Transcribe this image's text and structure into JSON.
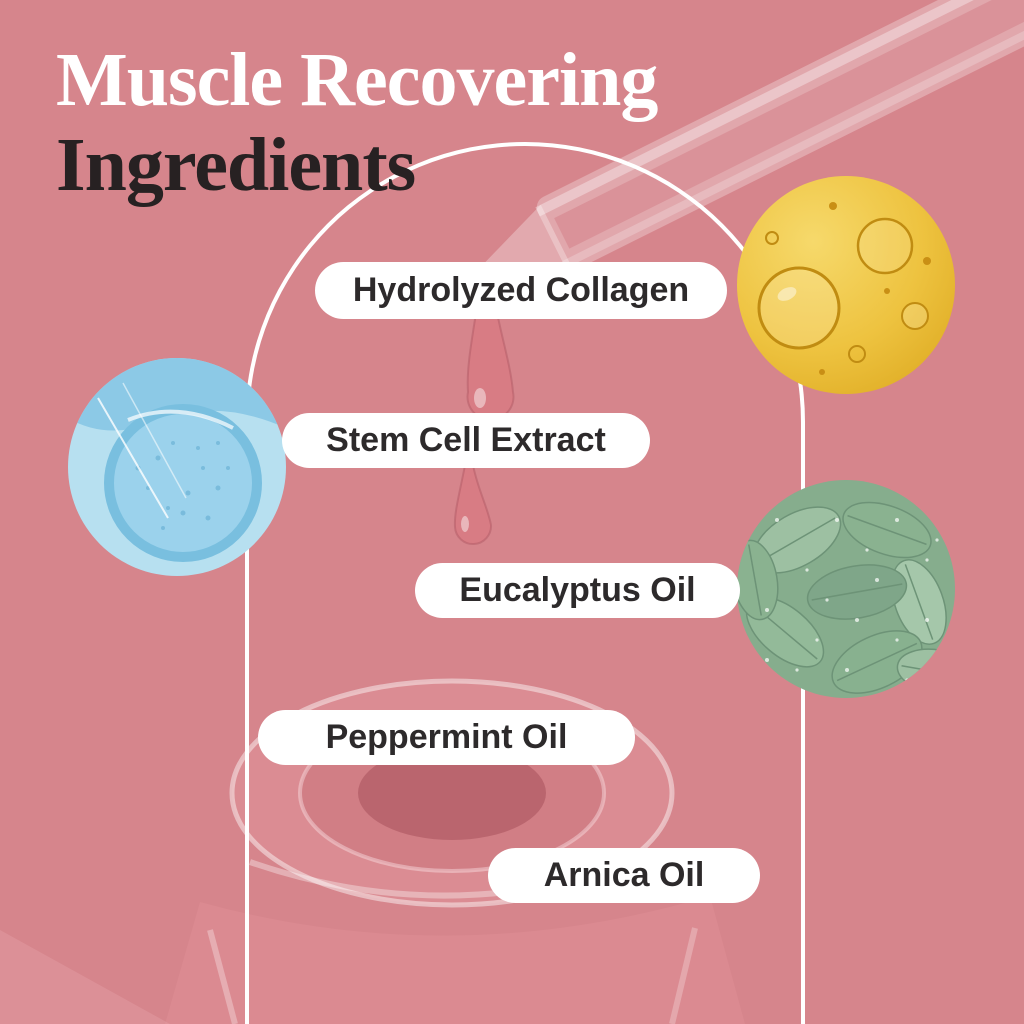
{
  "poster": {
    "title_line1": "Muscle Recovering",
    "title_line2": "Ingredients"
  },
  "ingredients": [
    "Hydrolyzed Collagen",
    "Stem Cell Extract",
    "Eucalyptus Oil",
    "Peppermint Oil",
    "Arnica Oil"
  ],
  "photos": [
    {
      "name": "golden-oil-bubbles"
    },
    {
      "name": "effervescent-tablet-in-water"
    },
    {
      "name": "eucalyptus-leaves-with-dew"
    }
  ],
  "colors": {
    "background": "#d6858c",
    "title_primary": "#ffffff",
    "title_secondary": "#272122",
    "label_background": "#ffffff",
    "label_text": "#2d2a2b",
    "arch_stroke": "#ffffff",
    "collagen_gold": "#eec340",
    "tablet_blue": "#9bd2ec",
    "leaves_green": "#86ad8d"
  }
}
